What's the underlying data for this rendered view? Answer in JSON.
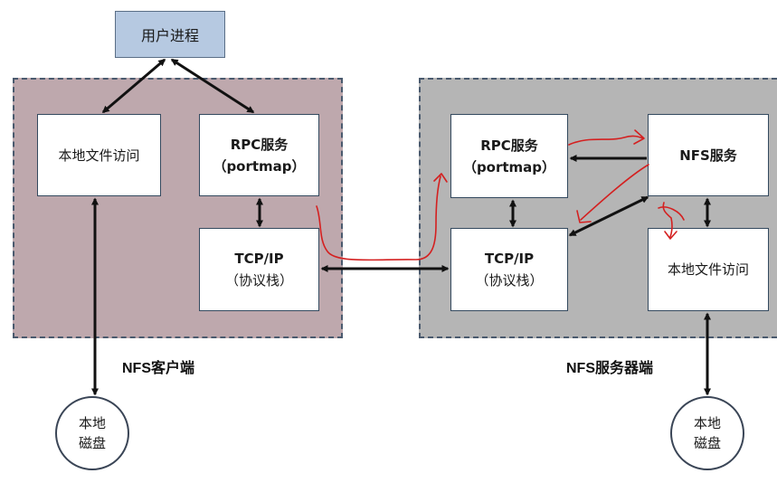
{
  "user_process": {
    "label": "用户进程"
  },
  "client": {
    "caption": "NFS客户端",
    "local_file_access": "本地文件访问",
    "rpc": {
      "line1": "RPC服务",
      "line2": "（portmap）"
    },
    "tcpip": {
      "line1": "TCP/IP",
      "line2": "（协议栈）"
    },
    "disk": {
      "line1": "本地",
      "line2": "磁盘"
    }
  },
  "server": {
    "caption": "NFS服务器端",
    "rpc": {
      "line1": "RPC服务",
      "line2": "（portmap）"
    },
    "nfs_service": "NFS服务",
    "tcpip": {
      "line1": "TCP/IP",
      "line2": "（协议栈）"
    },
    "local_file_access": "本地文件访问",
    "disk": {
      "line1": "本地",
      "line2": "磁盘"
    }
  },
  "colors": {
    "client_bg": "#bea8ad",
    "server_bg": "#b5b5b5",
    "user_box": "#b6c9e1",
    "annotation": "#d42020"
  }
}
